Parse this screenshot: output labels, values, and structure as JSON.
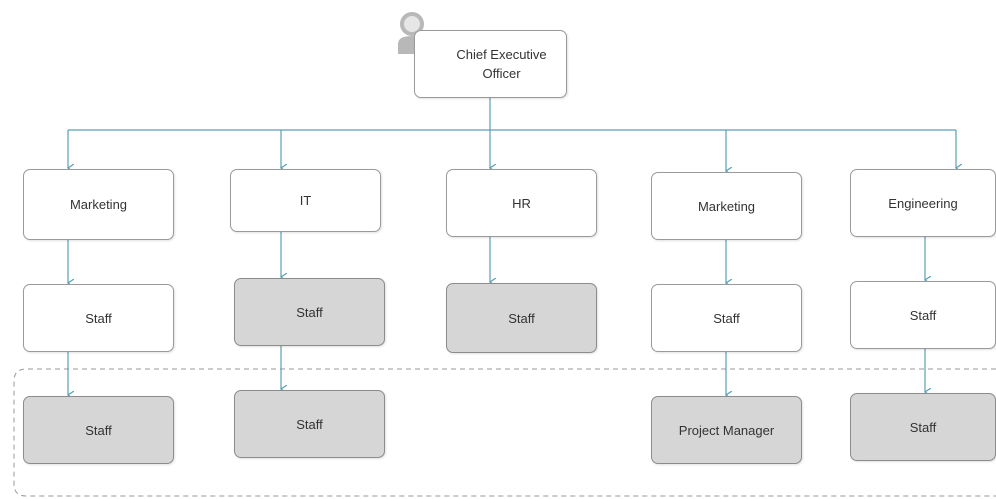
{
  "chart": {
    "root": {
      "title": "Chief Executive Officer"
    },
    "departments": [
      {
        "name": "Marketing",
        "level2": "Staff",
        "level3": "Staff"
      },
      {
        "name": "IT",
        "level2": "Staff",
        "level3": "Staff"
      },
      {
        "name": "HR",
        "level2": "Staff",
        "level3": ""
      },
      {
        "name": "Marketing",
        "level2": "Staff",
        "level3": "Project Manager"
      },
      {
        "name": "Engineering",
        "level2": "Staff",
        "level3": "Staff"
      }
    ]
  },
  "colors": {
    "connector": "#5a9fb5",
    "box_border": "#9a9a9a",
    "shaded_box": "#d6d6d6",
    "group_dash": "#9a9a9a",
    "avatar": "#b8b8b8"
  },
  "icons": {
    "root_avatar": "person-avatar-icon"
  }
}
